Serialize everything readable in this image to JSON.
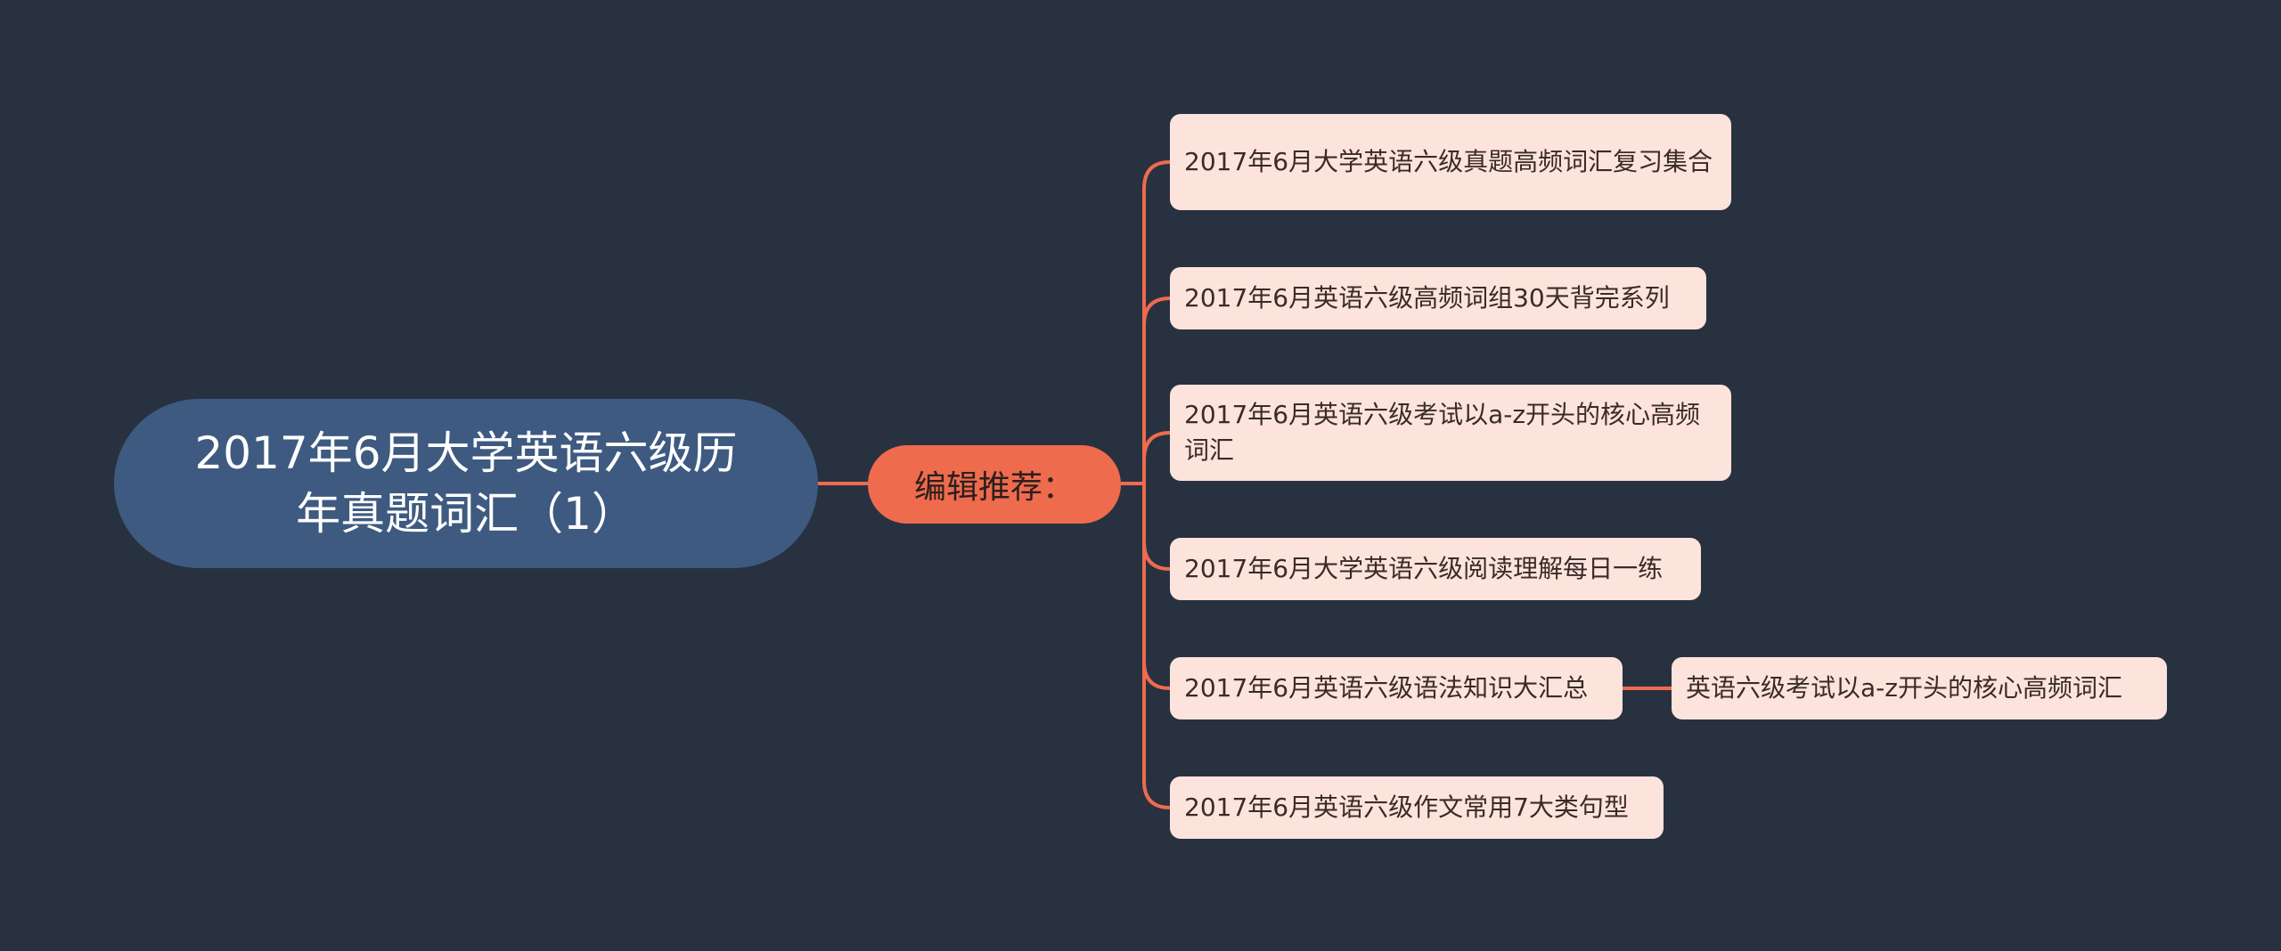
{
  "mindmap": {
    "root": {
      "label": "2017年6月大学英语六级历年真题词汇（1）"
    },
    "hub": {
      "label": "编辑推荐："
    },
    "children": [
      {
        "label": "2017年6月大学英语六级真题高频词汇复习集合"
      },
      {
        "label": "2017年6月英语六级高频词组30天背完系列"
      },
      {
        "label": "2017年6月英语六级考试以a-z开头的核心高频词汇"
      },
      {
        "label": "2017年6月大学英语六级阅读理解每日一练"
      },
      {
        "label": "2017年6月英语六级语法知识大汇总",
        "children": [
          {
            "label": "英语六级考试以a-z开头的核心高频词汇"
          }
        ]
      },
      {
        "label": "2017年6月英语六级作文常用7大类句型"
      }
    ]
  },
  "colors": {
    "background": "#283140",
    "root_fill": "#3e5a80",
    "hub_fill": "#ee6b4e",
    "leaf_fill": "#fce4dd",
    "connector": "#ee6b4e"
  }
}
